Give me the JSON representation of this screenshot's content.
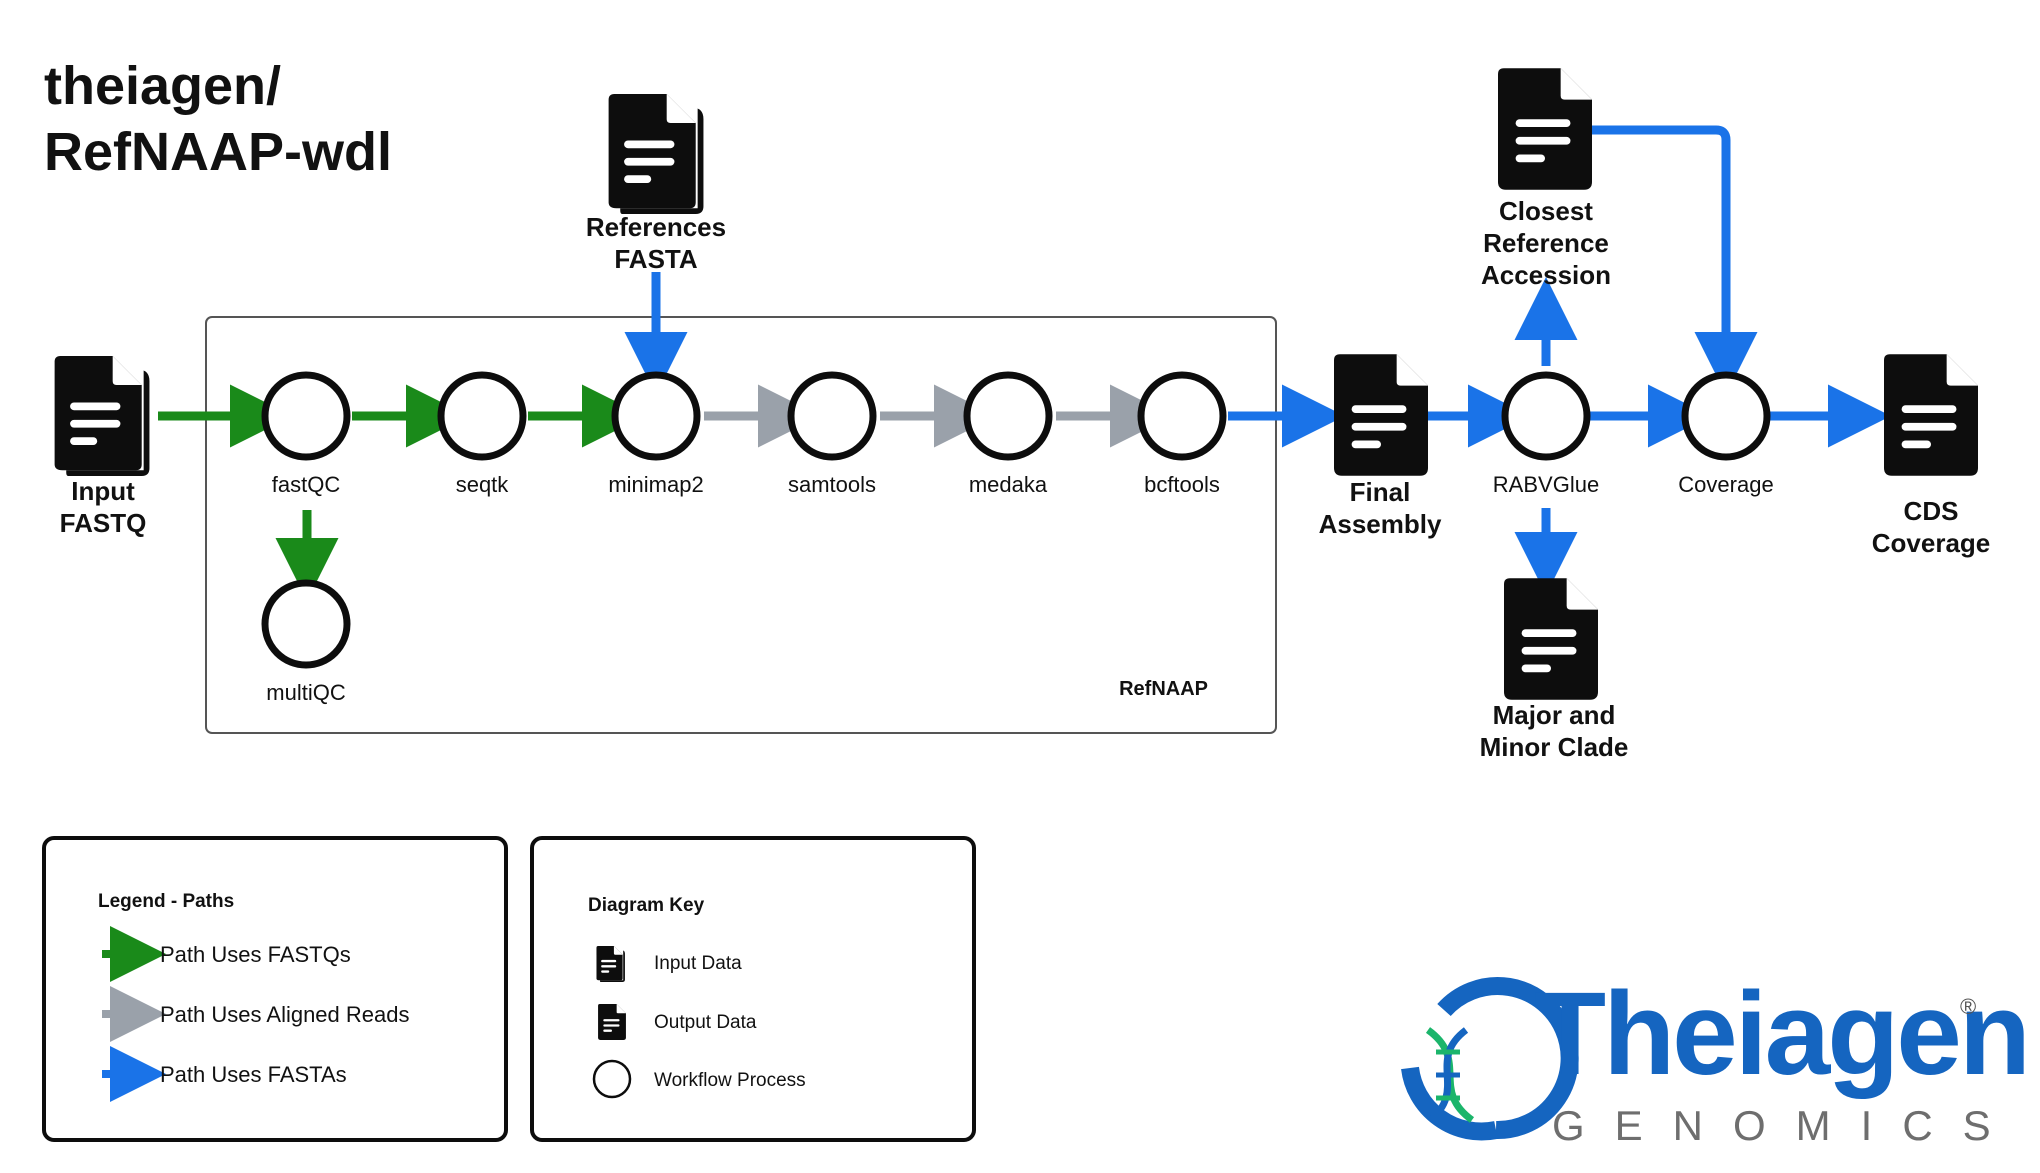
{
  "title": {
    "line1": "theiagen/",
    "line2": "RefNAAP-wdl"
  },
  "colors": {
    "fastq_path": "#1a8a1a",
    "aligned_path": "#9aa1aa",
    "fasta_path": "#1a73e8",
    "doc_fill": "#0d0d0d",
    "brand_blue": "#1565c0",
    "brand_green": "#1bb56b",
    "brand_gray": "#6e6e6e"
  },
  "inputs": {
    "input_fastq": {
      "line1": "Input",
      "line2": "FASTQ",
      "icon": "input-data-icon"
    },
    "references_fasta": {
      "line1": "References",
      "line2": "FASTA",
      "icon": "input-data-icon"
    }
  },
  "group": {
    "name": "RefNAAP"
  },
  "processes": {
    "fastqc": "fastQC",
    "multiqc": "multiQC",
    "seqtk": "seqtk",
    "minimap2": "minimap2",
    "samtools": "samtools",
    "medaka": "medaka",
    "bcftools": "bcftools",
    "rabvglue": "RABVGlue",
    "coverage": "Coverage"
  },
  "outputs": {
    "final_assembly": {
      "line1": "Final",
      "line2": "Assembly",
      "icon": "output-data-icon"
    },
    "closest_reference": {
      "line1": "Closest",
      "line2": "Reference",
      "line3": "Accession",
      "icon": "output-data-icon"
    },
    "major_minor_clade": {
      "line1": "Major and",
      "line2": "Minor Clade",
      "icon": "output-data-icon"
    },
    "cds_coverage": {
      "line1": "CDS",
      "line2": "Coverage",
      "icon": "output-data-icon"
    }
  },
  "legend_paths": {
    "title": "Legend - Paths",
    "items": [
      {
        "label": "Path Uses FASTQs",
        "color": "#1a8a1a"
      },
      {
        "label": "Path Uses Aligned Reads",
        "color": "#9aa1aa"
      },
      {
        "label": "Path Uses FASTAs",
        "color": "#1a73e8"
      }
    ]
  },
  "diagram_key": {
    "title": "Diagram Key",
    "items": [
      {
        "label": "Input Data",
        "icon": "input-data-icon"
      },
      {
        "label": "Output Data",
        "icon": "output-data-icon"
      },
      {
        "label": "Workflow Process",
        "icon": "process-circle-icon"
      }
    ]
  },
  "brand": {
    "name": "Theiagen",
    "sub": "GENOMICS",
    "mark": "®"
  }
}
